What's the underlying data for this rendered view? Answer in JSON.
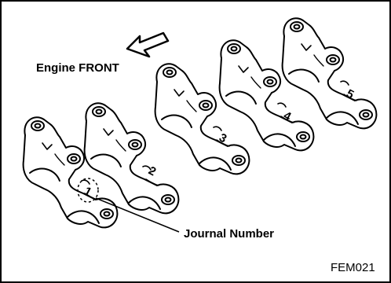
{
  "labels": {
    "engine_front": "Engine FRONT",
    "journal_number": "Journal Number",
    "figure_code": "FEM021"
  },
  "caps": [
    {
      "number": "1"
    },
    {
      "number": "2"
    },
    {
      "number": "3"
    },
    {
      "number": "4"
    },
    {
      "number": "5"
    }
  ],
  "icons": {
    "direction_arrow": "front-arrow-icon"
  }
}
